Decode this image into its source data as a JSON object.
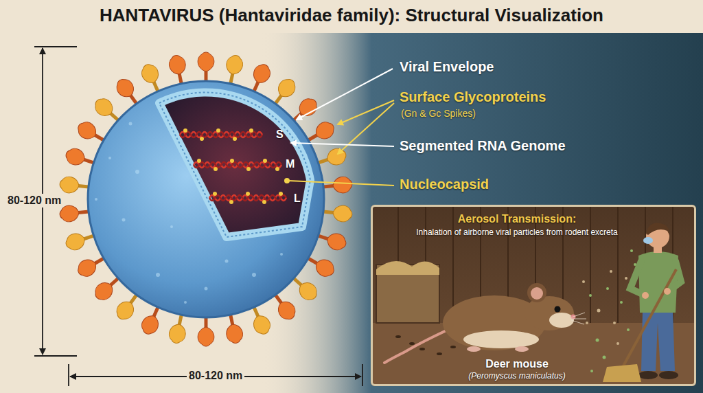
{
  "diagram": {
    "title": "HANTAVIRUS (Hantaviridae family): Structural Visualization",
    "nodes": [
      {
        "text": [
          "Aerosol Transmission:",
          "Inhalation of airborne viral particles from rodent excreta",
          "Deer mouse",
          "(Peromyscus maniculatus)"
        ]
      }
    ],
    "labels": [
      "Viral Envelope",
      "Surface Glycoproteins",
      "(Gn & Gc Spikes)",
      "Segmented RNA Genome",
      "Nucleocapsid",
      "S",
      "M",
      "L",
      "80-120 nm",
      "80-120 nm"
    ]
  }
}
